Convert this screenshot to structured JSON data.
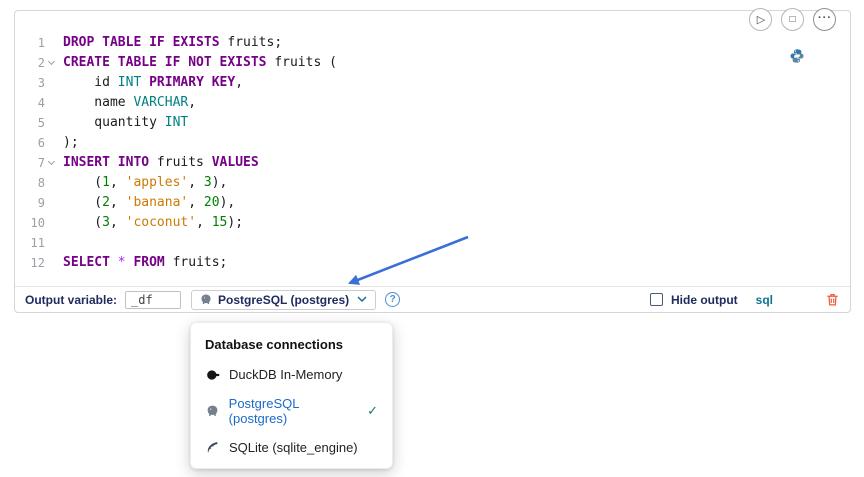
{
  "colors": {
    "keyword": "#770088",
    "type": "#008080",
    "string": "#cc7a00",
    "number": "#008000",
    "operator": "#aa22ff",
    "toolbar_text": "#202b5e",
    "selected_connection": "#1b6ac9",
    "language_label_color": "#0e7490",
    "arrow": "#3a6fd8",
    "trash": "#ee5b3a"
  },
  "cell": {
    "run_controls": [
      {
        "name": "run-button",
        "icon": "play-icon",
        "glyph": "▷"
      },
      {
        "name": "interrupt-button",
        "icon": "stop-icon",
        "glyph": "□"
      },
      {
        "name": "more-actions-button",
        "icon": "ellipsis-icon",
        "glyph": "···"
      }
    ],
    "language_icon": "python-icon",
    "code": {
      "lines": [
        {
          "n": "1",
          "fold": false,
          "tokens": [
            {
              "c": "kw",
              "t": "DROP TABLE IF EXISTS"
            },
            {
              "c": "pl",
              "t": " fruits;"
            }
          ]
        },
        {
          "n": "2",
          "fold": true,
          "tokens": [
            {
              "c": "kw",
              "t": "CREATE TABLE IF NOT EXISTS"
            },
            {
              "c": "pl",
              "t": " fruits ("
            }
          ]
        },
        {
          "n": "3",
          "fold": false,
          "tokens": [
            {
              "c": "pl",
              "t": "    id "
            },
            {
              "c": "ty",
              "t": "INT"
            },
            {
              "c": "pl",
              "t": " "
            },
            {
              "c": "kw",
              "t": "PRIMARY KEY"
            },
            {
              "c": "pl",
              "t": ","
            }
          ]
        },
        {
          "n": "4",
          "fold": false,
          "tokens": [
            {
              "c": "pl",
              "t": "    name "
            },
            {
              "c": "ty",
              "t": "VARCHAR"
            },
            {
              "c": "pl",
              "t": ","
            }
          ]
        },
        {
          "n": "5",
          "fold": false,
          "tokens": [
            {
              "c": "pl",
              "t": "    quantity "
            },
            {
              "c": "ty",
              "t": "INT"
            }
          ]
        },
        {
          "n": "6",
          "fold": false,
          "tokens": [
            {
              "c": "pl",
              "t": ");"
            }
          ]
        },
        {
          "n": "7",
          "fold": true,
          "tokens": [
            {
              "c": "kw",
              "t": "INSERT INTO"
            },
            {
              "c": "pl",
              "t": " fruits "
            },
            {
              "c": "kw",
              "t": "VALUES"
            }
          ]
        },
        {
          "n": "8",
          "fold": false,
          "tokens": [
            {
              "c": "pl",
              "t": "    ("
            },
            {
              "c": "nu",
              "t": "1"
            },
            {
              "c": "pl",
              "t": ", "
            },
            {
              "c": "st",
              "t": "'apples'"
            },
            {
              "c": "pl",
              "t": ", "
            },
            {
              "c": "nu",
              "t": "3"
            },
            {
              "c": "pl",
              "t": "),"
            }
          ]
        },
        {
          "n": "9",
          "fold": false,
          "tokens": [
            {
              "c": "pl",
              "t": "    ("
            },
            {
              "c": "nu",
              "t": "2"
            },
            {
              "c": "pl",
              "t": ", "
            },
            {
              "c": "st",
              "t": "'banana'"
            },
            {
              "c": "pl",
              "t": ", "
            },
            {
              "c": "nu",
              "t": "20"
            },
            {
              "c": "pl",
              "t": "),"
            }
          ]
        },
        {
          "n": "10",
          "fold": false,
          "tokens": [
            {
              "c": "pl",
              "t": "    ("
            },
            {
              "c": "nu",
              "t": "3"
            },
            {
              "c": "pl",
              "t": ", "
            },
            {
              "c": "st",
              "t": "'coconut'"
            },
            {
              "c": "pl",
              "t": ", "
            },
            {
              "c": "nu",
              "t": "15"
            },
            {
              "c": "pl",
              "t": ");"
            }
          ]
        },
        {
          "n": "11",
          "fold": false,
          "tokens": []
        },
        {
          "n": "12",
          "fold": false,
          "tokens": [
            {
              "c": "kw",
              "t": "SELECT"
            },
            {
              "c": "pl",
              "t": " "
            },
            {
              "c": "op",
              "t": "*"
            },
            {
              "c": "pl",
              "t": " "
            },
            {
              "c": "kw",
              "t": "FROM"
            },
            {
              "c": "pl",
              "t": " fruits;"
            }
          ]
        }
      ]
    },
    "toolbar": {
      "output_variable_label": "Output variable:",
      "output_variable_value": "_df",
      "connection_selector": {
        "label": "PostgreSQL (postgres)",
        "icon": "postgresql-icon"
      },
      "help_label": "?",
      "hide_output_label": "Hide output",
      "language_label": "sql"
    }
  },
  "connection_menu": {
    "title": "Database connections",
    "check_glyph": "✓",
    "items": [
      {
        "label": "DuckDB In-Memory",
        "icon": "duckdb-icon",
        "selected": false
      },
      {
        "label": "PostgreSQL (postgres)",
        "icon": "postgresql-icon",
        "selected": true
      },
      {
        "label": "SQLite (sqlite_engine)",
        "icon": "sqlite-icon",
        "selected": false
      }
    ]
  }
}
